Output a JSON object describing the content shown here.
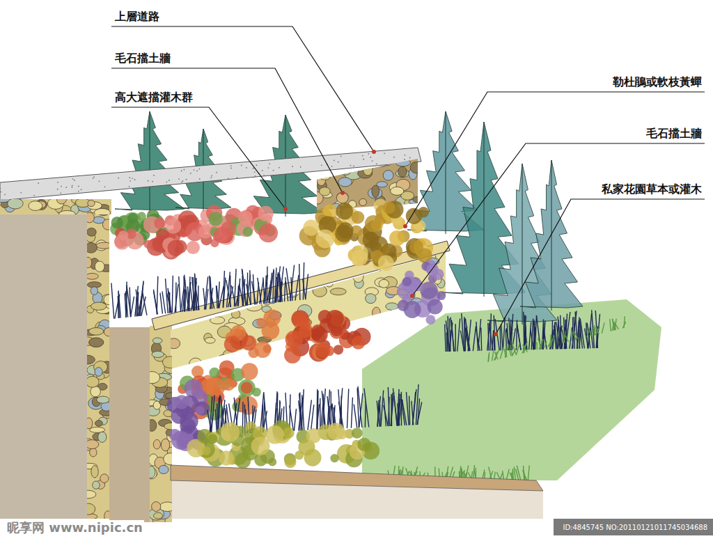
{
  "diagram": {
    "labels": [
      "上層道路",
      "毛石擋土牆",
      "高大遮擋灌木群",
      "勒杜鵑或軟枝黃蟬",
      "毛石擋土牆",
      "私家花園草本或灌木",
      "昵享网 www.nipic.cn",
      "ID:4845745 NO:20110121011745034688"
    ]
  }
}
